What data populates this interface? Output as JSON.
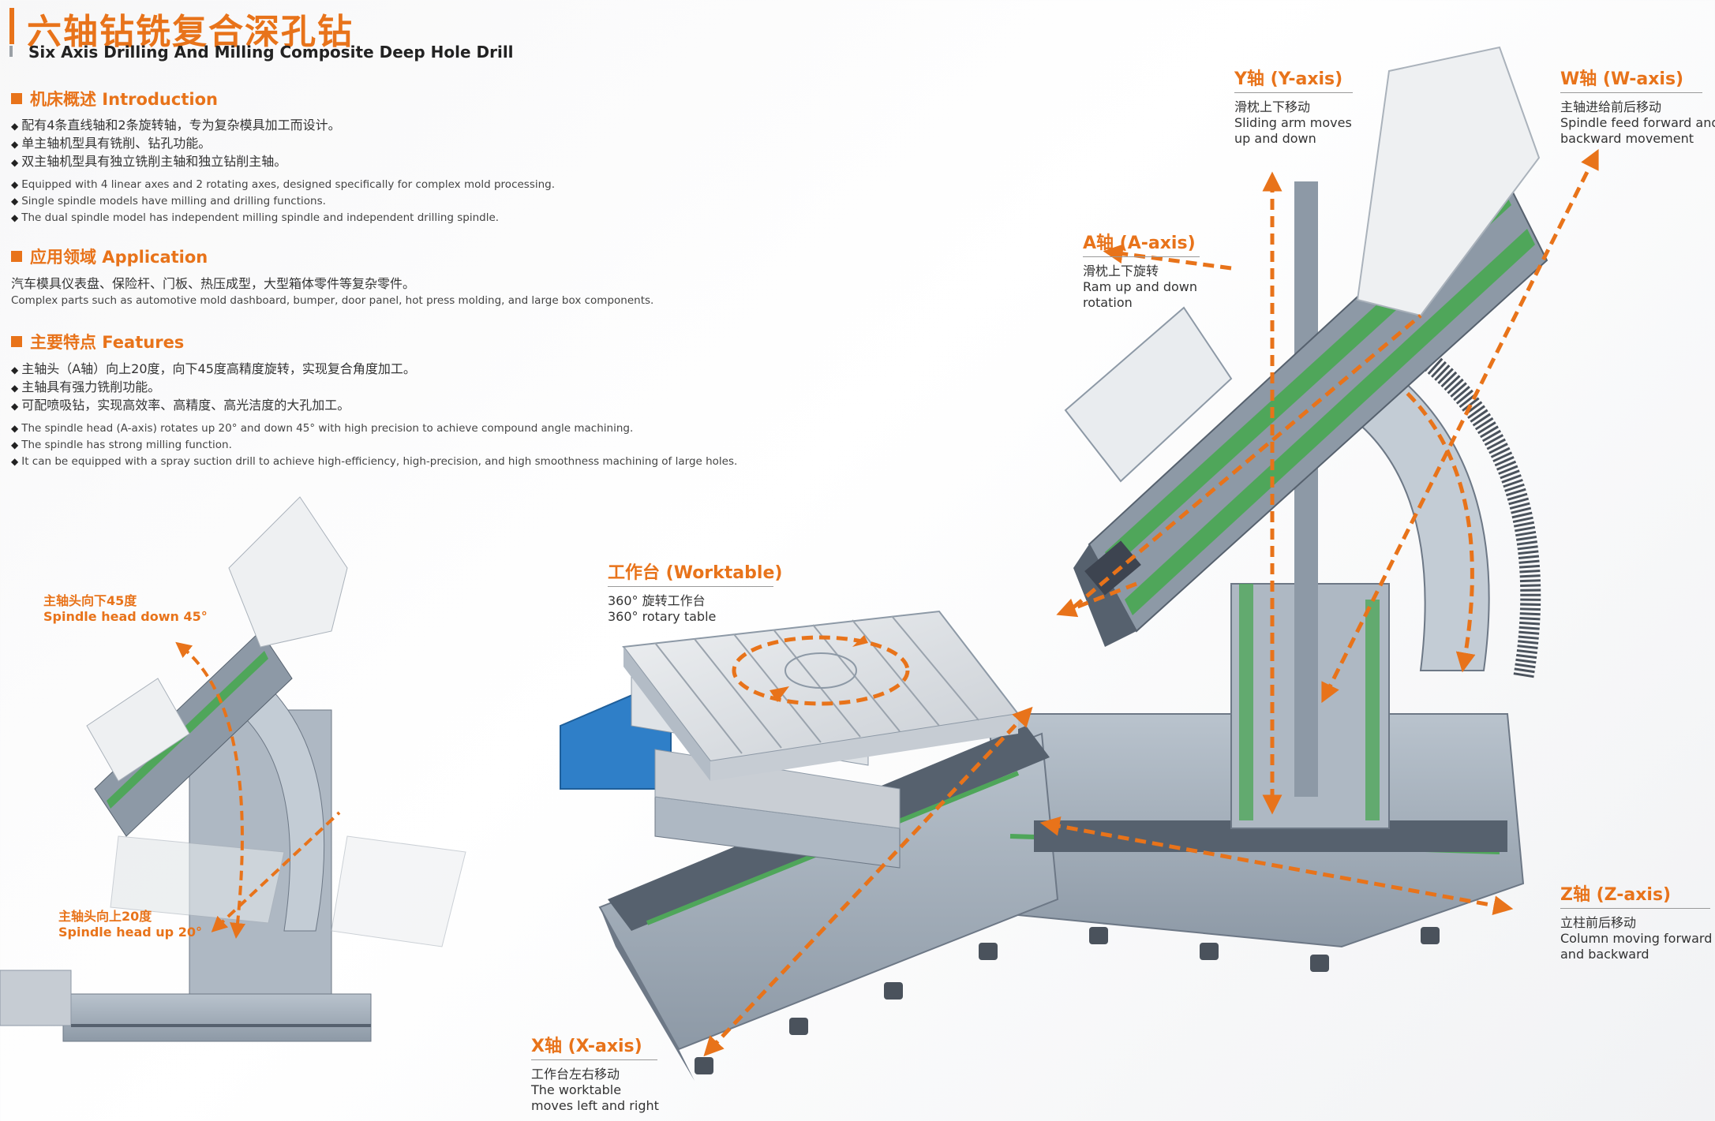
{
  "header": {
    "title_cn": "六轴钻铣复合深孔钻",
    "title_en": "Six Axis Drilling And Milling Composite Deep Hole Drill"
  },
  "introduction": {
    "heading": "机床概述  Introduction",
    "items_cn": [
      "配有4条直线轴和2条旋转轴，专为复杂模具加工而设计。",
      "单主轴机型具有铣削、钻孔功能。",
      "双主轴机型具有独立铣削主轴和独立钻削主轴。"
    ],
    "items_en": [
      "Equipped with 4 linear axes and 2 rotating axes, designed specifically for complex mold processing.",
      "Single spindle models have milling and drilling functions.",
      "The dual spindle model has independent milling spindle and independent drilling spindle."
    ]
  },
  "application": {
    "heading": "应用领域  Application",
    "text_cn": "汽车模具仪表盘、保险杆、门板、热压成型，大型箱体零件等复杂零件。",
    "text_en": "Complex parts such as automotive mold dashboard, bumper, door panel, hot press molding, and large box components."
  },
  "features": {
    "heading": "主要特点  Features",
    "items_cn": [
      "主轴头（A轴）向上20度，向下45度高精度旋转，实现复合角度加工。",
      "主轴具有强力铣削功能。",
      "可配喷吸钻，实现高效率、高精度、高光洁度的大孔加工。"
    ],
    "items_en": [
      "The spindle head (A-axis) rotates up 20° and down 45° with high precision to achieve compound angle machining.",
      "The spindle has strong milling function.",
      "It can be equipped with a spray suction drill to achieve high-efficiency, high-precision, and high smoothness machining of large holes."
    ]
  },
  "callouts": {
    "y_axis": {
      "title": "Y轴 (Y-axis)",
      "cn": "滑枕上下移动",
      "en1": "Sliding arm moves",
      "en2": "up and down"
    },
    "w_axis": {
      "title": "W轴 (W-axis)",
      "cn": "主轴进给前后移动",
      "en1": "Spindle feed forward and",
      "en2": "backward movement"
    },
    "a_axis": {
      "title": "A轴 (A-axis)",
      "cn": "滑枕上下旋转",
      "en1": "Ram up and down",
      "en2": "rotation"
    },
    "worktable": {
      "title": "工作台 (Worktable)",
      "cn": "360° 旋转工作台",
      "en1": "360° rotary table"
    },
    "z_axis": {
      "title": "Z轴 (Z-axis)",
      "cn": "立柱前后移动",
      "en1": "Column moving forward",
      "en2": "and backward"
    },
    "x_axis": {
      "title": "X轴 (X-axis)",
      "cn": "工作台左右移动",
      "en1": "The worktable",
      "en2": "moves left and right"
    }
  },
  "side_labels": {
    "down45_cn": "主轴头向下45度",
    "down45_en": "Spindle head down 45°",
    "up20_cn": "主轴头向上20度",
    "up20_en": "Spindle head up 20°"
  },
  "colors": {
    "accent": "#e8731a",
    "machine_blue": "#2f7fc8",
    "machine_gray": "#9aa8b6",
    "machine_white": "#e9ecef",
    "rail_green": "#4fa65a"
  }
}
